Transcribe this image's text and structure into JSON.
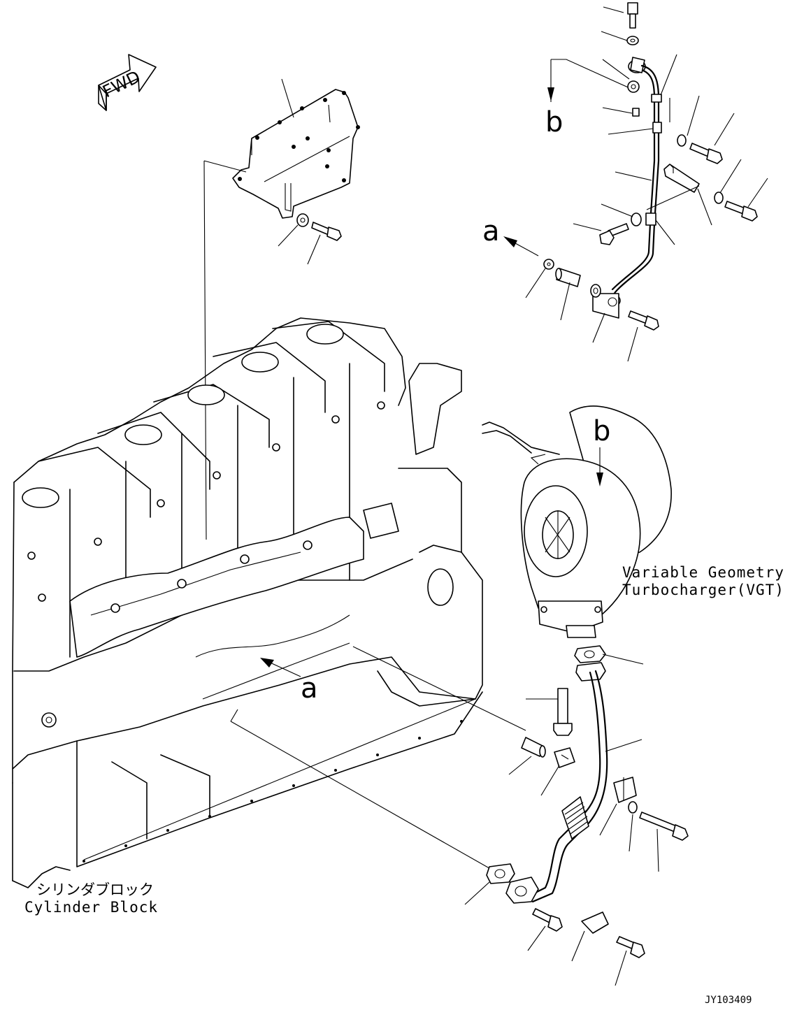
{
  "fwd_arrow": {
    "text": "FWD"
  },
  "view_markers": {
    "a_top": "a",
    "b_top": "b",
    "a_engine": "a",
    "b_turbo": "b"
  },
  "turbo_label": {
    "line1": "Variable Geometry",
    "line2": "Turbocharger(VGT)"
  },
  "cylinder_label": {
    "line1": "シリンダブロック",
    "line2": "Cylinder Block"
  },
  "drawing_id": "JY103409"
}
